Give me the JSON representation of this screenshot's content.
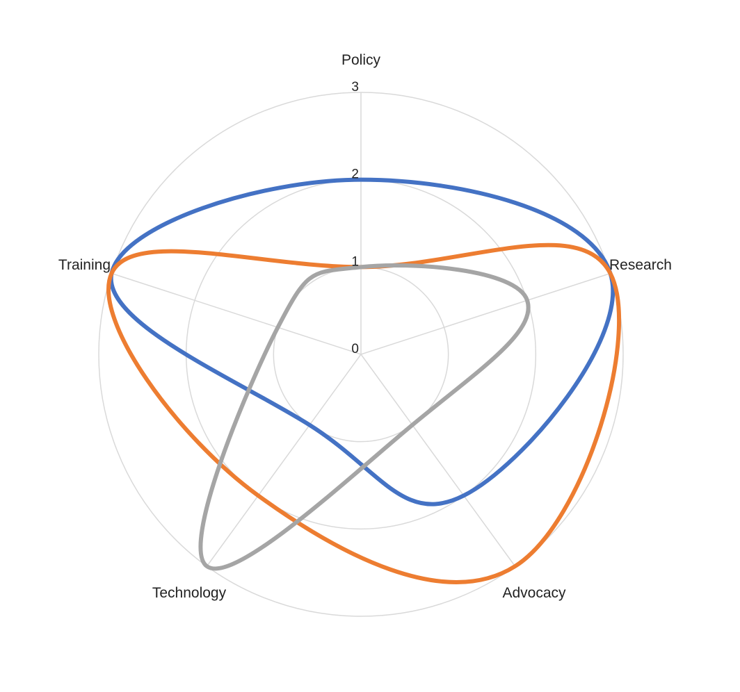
{
  "chart_data": {
    "type": "radar",
    "categories": [
      "Policy",
      "Research",
      "Advocacy",
      "Technology",
      "Training"
    ],
    "rlim": [
      0,
      3
    ],
    "ticks": [
      "0",
      "1",
      "2",
      "3"
    ],
    "grid": true,
    "legend": "none",
    "series": [
      {
        "color": "#4472c4",
        "values": [
          2,
          3,
          2,
          1,
          3
        ]
      },
      {
        "color": "#ed7d31",
        "values": [
          1,
          3,
          3,
          2,
          3
        ]
      },
      {
        "color": "#a5a5a5",
        "values": [
          1,
          2,
          1,
          3,
          1
        ]
      }
    ]
  }
}
